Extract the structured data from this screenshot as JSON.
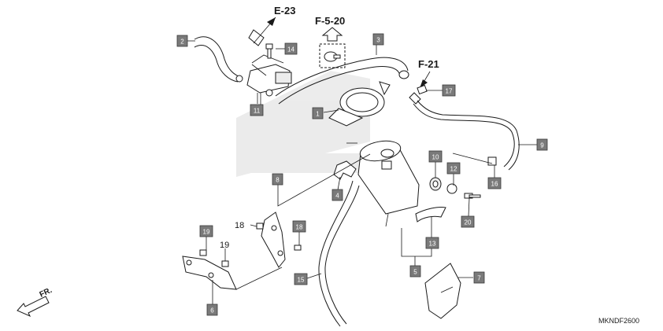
{
  "refs": {
    "e23": "E-23",
    "f520": "F-5-20",
    "f21": "F-21"
  },
  "callouts": {
    "c1": "1",
    "c2": "2",
    "c3": "3",
    "c4": "4",
    "c5": "5",
    "c6": "6",
    "c7": "7",
    "c8": "8",
    "c9": "9",
    "c10": "10",
    "c11": "11",
    "c12": "12",
    "c13": "13",
    "c14": "14",
    "c15": "15",
    "c16": "16",
    "c17": "17",
    "c18": "18",
    "c19": "19",
    "c20": "20"
  },
  "plain_labels": {
    "p18": "18",
    "p19": "19"
  },
  "front_arrow": {
    "label": "FR."
  },
  "diagram_code": "MKNDF2600"
}
